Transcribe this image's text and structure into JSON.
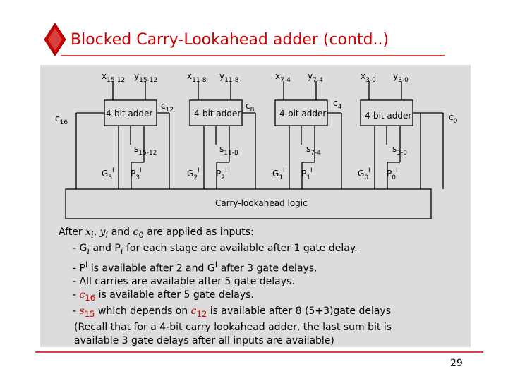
{
  "title": "Blocked Carry-Lookahead adder (contd..)",
  "colors": {
    "accent": "#cc0000",
    "panel": "#dcdcdc"
  },
  "icons": {
    "title_marker": "red-diamond-icon"
  },
  "diagram": {
    "blocks": [
      {
        "label": "4-bit adder",
        "x_in": "x",
        "x_sub": "15-12",
        "y_in": "y",
        "y_sub": "15-12",
        "sum": "s",
        "sum_sub": "15-12",
        "G": "G",
        "G_sub": "3",
        "P": "P",
        "P_sub": "3",
        "sup": "I"
      },
      {
        "label": "4-bit adder",
        "x_in": "x",
        "x_sub": "11-8",
        "y_in": "y",
        "y_sub": "11-8",
        "sum": "s",
        "sum_sub": "11-8",
        "G": "G",
        "G_sub": "2",
        "P": "P",
        "P_sub": "2",
        "sup": "I"
      },
      {
        "label": "4-bit adder",
        "x_in": "x",
        "x_sub": "7-4",
        "y_in": "y",
        "y_sub": "7-4",
        "sum": "s",
        "sum_sub": "7-4",
        "G": "G",
        "G_sub": "1",
        "P": "P",
        "P_sub": "1",
        "sup": "I"
      },
      {
        "label": "4-bit adder",
        "x_in": "x",
        "x_sub": "3-0",
        "y_in": "y",
        "y_sub": "3-0",
        "sum": "s",
        "sum_sub": "3-0",
        "G": "G",
        "G_sub": "0",
        "P": "P",
        "P_sub": "0",
        "sup": "I"
      }
    ],
    "carries": [
      {
        "c": "c",
        "sub": "16"
      },
      {
        "c": "c",
        "sub": "12"
      },
      {
        "c": "c",
        "sub": "8"
      },
      {
        "c": "c",
        "sub": "4"
      },
      {
        "c": "c",
        "sub": "0"
      }
    ],
    "cla_label": "Carry-lookahead logic"
  },
  "notes": {
    "intro_prefix": "After ",
    "intro_vars": "x",
    "intro_i1": "i",
    "intro_comma": ", ",
    "intro_y": "y",
    "intro_i2": "i",
    "intro_and": " and ",
    "intro_c": "c",
    "intro_0": "0",
    "intro_suffix": " are applied as inputs:",
    "b1": "- G",
    "b1_i": "i",
    "b1_and": " and P",
    "b1_i2": "i",
    "b1_rest": " for each stage are available after 1 gate delay.",
    "b2_a": "- P",
    "b2_sup": "I",
    "b2_b": " is available after 2  and G",
    "b2_sup2": "I",
    "b2_c": " after 3 gate delays.",
    "b3": "- All carries are available after 5 gate delays.",
    "b4_dash": "- ",
    "b4_c": "c",
    "b4_sub": "16",
    "b4_rest": " is available after 5 gate delays.",
    "b5_dash": "- ",
    "b5_s": "s",
    "b5_sub": "15",
    "b5_mid": " which depends on ",
    "b5_c": "c",
    "b5_csub": "12",
    "b5_rest": " is available after 8 (5+3)gate delays",
    "b6": "(Recall that for a 4-bit carry lookahead adder, the last sum bit is",
    "b7": "available 3 gate delays after all inputs are available)"
  },
  "page_number": "29"
}
